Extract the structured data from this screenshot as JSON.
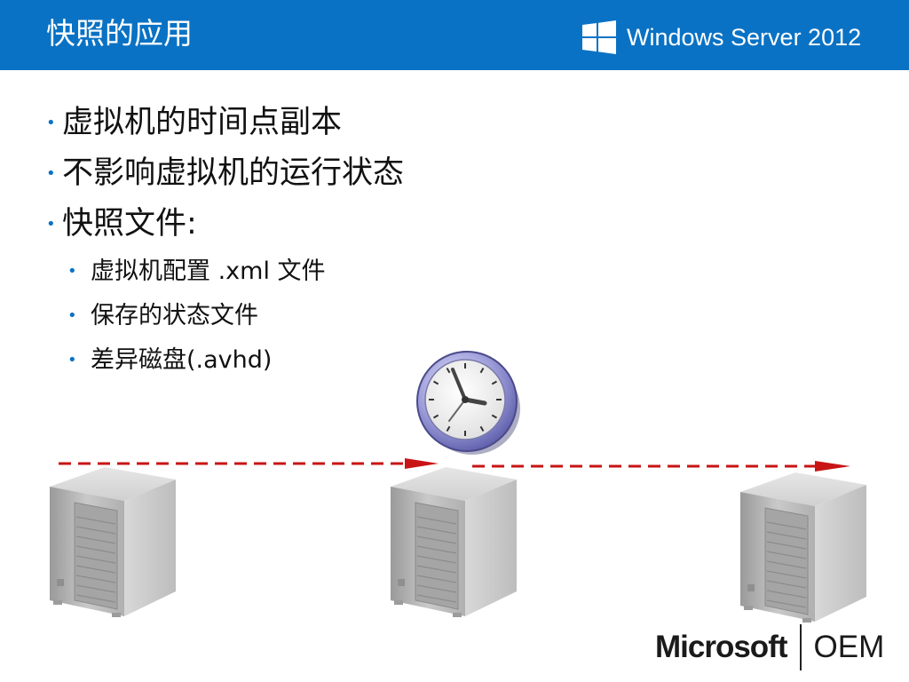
{
  "header": {
    "title": "快照的应用",
    "brand_text": "Windows Server 2012",
    "brand_color": "#0a72c4"
  },
  "bullets": [
    {
      "level": 1,
      "text": "虚拟机的时间点副本"
    },
    {
      "level": 1,
      "text": "不影响虚拟机的运行状态"
    },
    {
      "level": 1,
      "text": "快照文件:"
    },
    {
      "level": 2,
      "text": "虚拟机配置 .xml 文件"
    },
    {
      "level": 2,
      "text": "保存的状态文件"
    },
    {
      "level": 2,
      "text": "差异磁盘(.avhd)"
    }
  ],
  "footer": {
    "company": "Microsoft",
    "program": "OEM"
  },
  "icons": {
    "windows_logo": "windows-logo-icon",
    "clock": "clock-icon",
    "server": "server-icon",
    "arrow": "timeline-arrow"
  },
  "colors": {
    "bullet": "#0a72c4",
    "arrow": "#c81414"
  }
}
